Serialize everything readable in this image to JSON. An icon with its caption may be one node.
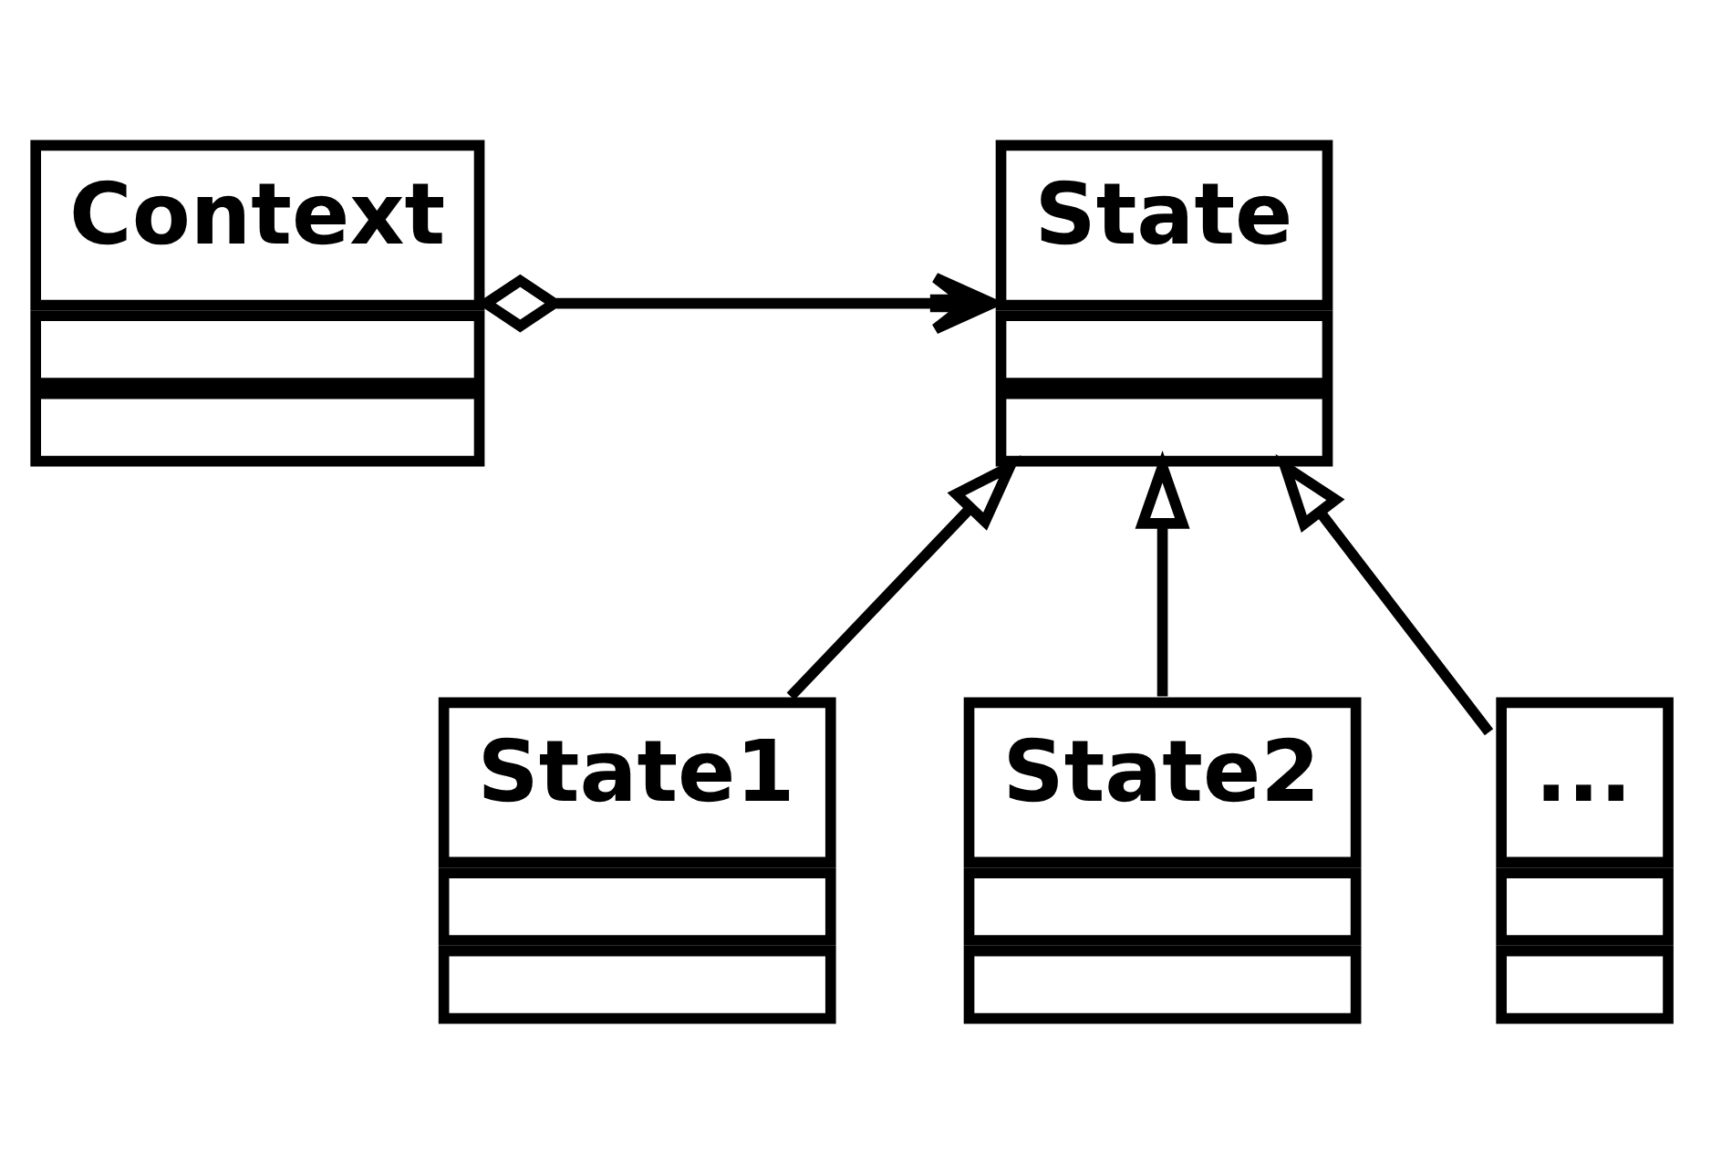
{
  "diagram": {
    "nodes": [
      {
        "text": [
          "Context"
        ]
      },
      {
        "text": [
          "State"
        ]
      },
      {
        "text": [
          "State1"
        ]
      },
      {
        "text": [
          "State2"
        ]
      },
      {
        "text": [
          "..."
        ]
      }
    ],
    "edges": [
      {
        "from": 0,
        "to": 1,
        "arrow": "to"
      },
      {
        "from": 2,
        "to": 1,
        "arrow": "to"
      },
      {
        "from": 3,
        "to": 1,
        "arrow": "to"
      },
      {
        "from": 4,
        "to": 1,
        "arrow": "to"
      }
    ]
  }
}
